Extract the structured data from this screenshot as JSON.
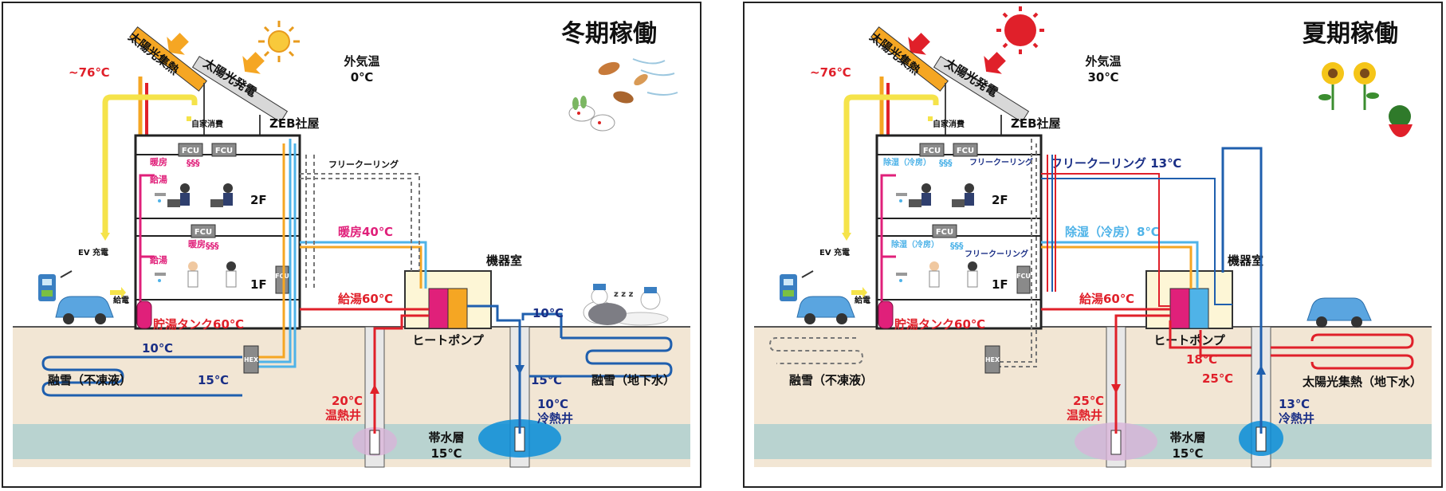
{
  "colors": {
    "hot": "#e0202a",
    "warm": "#f5a623",
    "solar": "#f5e34a",
    "cool_light": "#4fb3e8",
    "cool_dark": "#1f5fae",
    "ground": "#f2e6d4",
    "aquifer": "#b9d3d0",
    "magenta": "#e0207a",
    "navy": "#1a2f86"
  },
  "panels": [
    {
      "title": "冬期稼働",
      "solar_thermal": "太陽光集熱",
      "pv": "太陽光発電",
      "solar_temp": "~76℃",
      "outside_label": "外気温",
      "outside_temp": "0℃",
      "self_consumption": "自家消費",
      "building": "ZEB社屋",
      "floor2": "2F",
      "floor1": "1F",
      "fcu": "FCU",
      "ev": "EV 充電",
      "power_supply": "給電",
      "machine_room": "機器室",
      "heat_pump": "ヒートポンプ",
      "storage_tank": "貯湯タンク60℃",
      "hot_supply": "給湯60℃",
      "floor_labels": {
        "f2_a": "暖房",
        "f2_b": "給湯",
        "f1_a": "暖房",
        "f1_b": "給湯",
        "f1_c": "",
        "f2_c": ""
      },
      "loop_mid": "暖房40℃",
      "loop_top": "フリークーリング",
      "hex": "HEX",
      "left_loop": "融雪（不凍液）",
      "left_t1": "10℃",
      "left_t2": "15℃",
      "right_loop": "融雪（地下水）",
      "right_t1": "10℃",
      "right_t2": "15℃",
      "well_hot_temp": "20℃",
      "well_hot_name": "温熱井",
      "well_cold_temp": "10℃",
      "well_cold_name": "冷熱井",
      "aquifer": "帯水層",
      "aquifer_temp": "15℃",
      "snow_z": "z z z"
    },
    {
      "title": "夏期稼働",
      "solar_thermal": "太陽光集熱",
      "pv": "太陽光発電",
      "solar_temp": "~76℃",
      "outside_label": "外気温",
      "outside_temp": "30℃",
      "self_consumption": "自家消費",
      "building": "ZEB社屋",
      "floor2": "2F",
      "floor1": "1F",
      "fcu": "FCU",
      "ev": "EV 充電",
      "power_supply": "給電",
      "machine_room": "機器室",
      "heat_pump": "ヒートポンプ",
      "storage_tank": "貯湯タンク60℃",
      "hot_supply": "給湯60℃",
      "floor_labels": {
        "f2_a": "除湿（冷房）",
        "f2_b": "",
        "f1_a": "除湿（冷房）",
        "f1_b": "",
        "f1_c": "フリークーリング",
        "f2_c": "フリークーリング"
      },
      "loop_mid": "除湿（冷房）8℃",
      "loop_top": "フリークーリング 13℃",
      "hex": "HEX",
      "left_loop": "融雪（不凍液）",
      "left_t1": "18℃",
      "left_t2": "25℃",
      "right_loop": "太陽光集熱（地下水）",
      "right_t1": "",
      "right_t2": "",
      "well_hot_temp": "25℃",
      "well_hot_name": "温熱井",
      "well_cold_temp": "13℃",
      "well_cold_name": "冷熱井",
      "aquifer": "帯水層",
      "aquifer_temp": "15℃",
      "snow_z": ""
    }
  ]
}
